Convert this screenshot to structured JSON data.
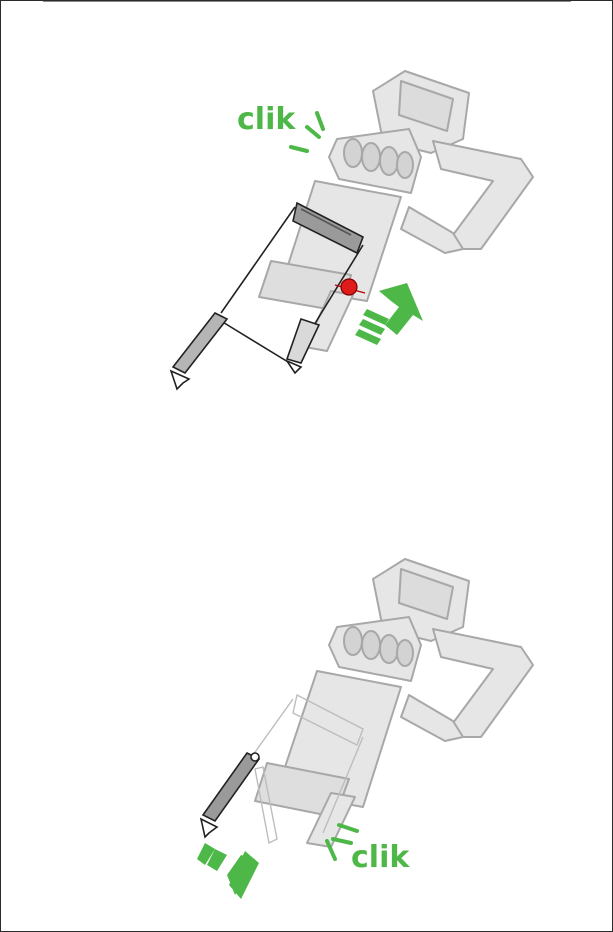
{
  "page": {
    "title": ""
  },
  "steps": [
    {
      "label": "clik",
      "color": "#4db848",
      "direction": "up"
    },
    {
      "label": "clik",
      "color": "#4db848",
      "direction": "down"
    }
  ],
  "colors": {
    "vacuum_body": "#e6e6e6",
    "vacuum_outline": "#a8a8a8",
    "accent_green": "#4db848",
    "release_button": "#e01b1b"
  }
}
